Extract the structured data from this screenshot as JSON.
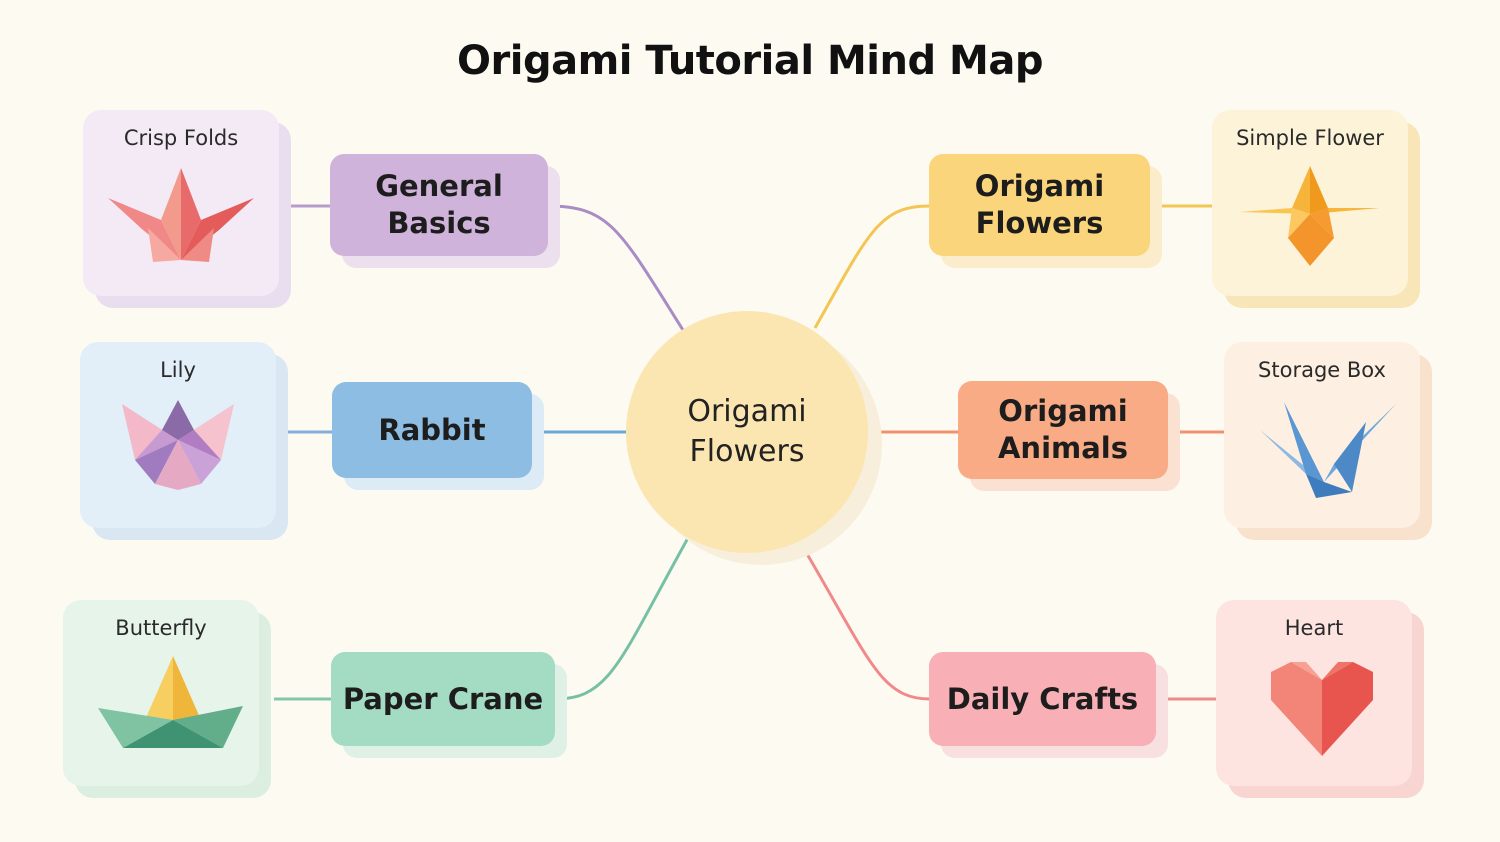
{
  "title": "Origami Tutorial Mind Map",
  "center": {
    "line1": "Origami",
    "line2": "Flowers"
  },
  "branches": [
    {
      "topic": [
        "General",
        "Basics"
      ],
      "card": "Crisp Folds",
      "icon": "origami-crown-icon",
      "color": "#a98cc6"
    },
    {
      "topic": [
        "Rabbit"
      ],
      "card": "Lily",
      "icon": "origami-lily-icon",
      "color": "#6fa7d6"
    },
    {
      "topic": [
        "Paper Crane"
      ],
      "card": "Butterfly",
      "icon": "origami-boat-icon",
      "color": "#78c0a5"
    },
    {
      "topic": [
        "Origami",
        "Flowers"
      ],
      "card": "Simple Flower",
      "icon": "origami-star-flower-icon",
      "color": "#f3c552"
    },
    {
      "topic": [
        "Origami",
        "Animals"
      ],
      "card": "Storage Box",
      "icon": "origami-crane-icon",
      "color": "#ef936c"
    },
    {
      "topic": [
        "Daily Crafts"
      ],
      "card": "Heart",
      "icon": "origami-heart-icon",
      "color": "#f08a8a"
    }
  ]
}
